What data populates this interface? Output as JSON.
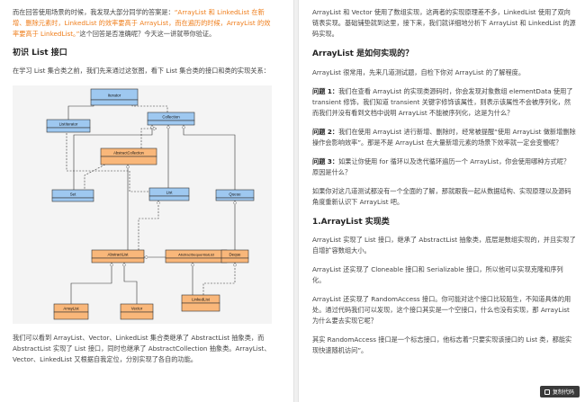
{
  "left": {
    "intro": {
      "pre": "而在回答使用场景的时候，我发现大部分同学的答案是：",
      "orange": "“ArrayList 和 LinkedList 在新增、删除元素时，LinkedList 的效率要高于 ArrayList，而在遍历的时候，ArrayList 的效率要高于 LinkedList。”",
      "post": "这个回答是否准确呢？今天这一讲就带你验证。"
    },
    "heading": "初识 List 接口",
    "para1": "在学习 List 集合类之前，我们先来通过这张图，看下 List 集合类的接口和类的实现关系：",
    "diagram_labels": {
      "iterator": "Iterator",
      "listiterator": "ListIterator",
      "collection": "Collection",
      "abstractcollection": "AbstractCollection",
      "set": "Set",
      "list": "List",
      "queue": "Queue",
      "abstractlist": "AbstractList",
      "abstractsequentiallist": "AbstractSequentialList",
      "deque": "Deque",
      "arraylist": "ArrayList",
      "vector": "Vector",
      "linkedlist": "LinkedList"
    },
    "para2": "我们可以看到 ArrayList、Vector、LinkedList 集合类继承了 AbstractList 抽象类，而 AbstractList 实现了 List 接口，同时也继承了 AbstractCollection 抽象类。ArrayList、Vector、LinkedList 又根据自我定位，分别实现了各自的功能。"
  },
  "right": {
    "p1": "ArrayList 和 Vector 使用了数组实现，这两者的实现原理差不多，LinkedList 使用了双向链表实现。基础铺垫就到这里，接下来，我们就详细地分析下 ArrayList 和 LinkedList 的源码实现。",
    "h1": "ArrayList 是如何实现的？",
    "p2": "ArrayList 很常用，先来几道测试题，自检下你对 ArrayList 的了解程度。",
    "q1_label": "问题 1：",
    "q1": "我们在查看 ArrayList 的实现类源码时，你会发现对象数组 elementData 使用了 transient 修饰，我们知道 transient 关键字修饰该属性，则表示该属性不会被序列化，然而我们并没有看到文档中说明 ArrayList 不能被序列化，这是为什么？",
    "q2_label": "问题 2：",
    "q2": "我们在使用 ArrayList 进行新增、删除时，经常被提醒“使用 ArrayList 做新增删除操作会影响效率”。那是不是 ArrayList 在大量新增元素的场景下效率就一定会变慢呢？",
    "q3_label": "问题 3：",
    "q3": "如果让你使用 for 循环以及迭代循环遍历一个 ArrayList，你会使用哪种方式呢？原因是什么？",
    "p3": "如果你对这几道测试都没有一个全面的了解，那就跟我一起从数据结构、实现原理以及源码角度重新认识下 ArrayList 吧。",
    "h2": "1.ArrayList 实现类",
    "p4": "ArrayList 实现了 List 接口，继承了 AbstractList 抽象类，底层是数组实现的，并且实现了自增扩容数组大小。",
    "p5": "ArrayList 还实现了 Cloneable 接口和 Serializable 接口，所以他可以实现克隆和序列化。",
    "p6": "ArrayList 还实现了 RandomAccess 接口。你可能对这个接口比较陌生，不知道具体的用处。通过代码我们可以发现，这个接口其实是一个空接口，什么也没有实现，那 ArrayList 为什么要去实现它呢？",
    "p7": "其实 RandomAccess 接口是一个标志接口，他标志着“只要实现该接口的 List 类，都能实现快速随机访问”。",
    "copy_button": "复制代码",
    "copy_icon": "copy-icon"
  },
  "colors": {
    "blue_box": "#9ec8f0",
    "orange_box": "#f9b77a",
    "highlight": "#ef7d1a"
  }
}
